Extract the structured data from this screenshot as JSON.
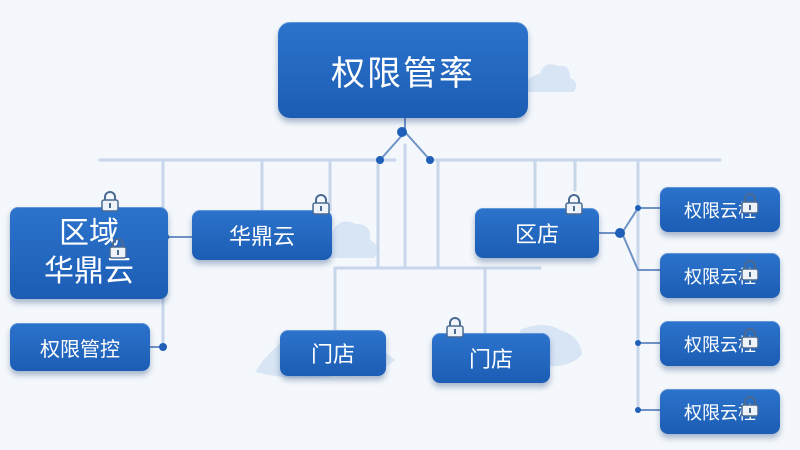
{
  "diagram": {
    "root": {
      "label": "权限管率"
    },
    "region": {
      "line1": "区域",
      "line2": "华鼎云"
    },
    "perm_control": {
      "label": "权限管控"
    },
    "huading": {
      "label": "华鼎云"
    },
    "store_a": {
      "label": "门店"
    },
    "store_b": {
      "label": "门店"
    },
    "district": {
      "label": "区店"
    },
    "leaves": [
      {
        "label": "权限云柱"
      },
      {
        "label": "权限云柱"
      },
      {
        "label": "权限云柱"
      },
      {
        "label": "权限云柱"
      }
    ]
  },
  "colors": {
    "node": "#1f62bb",
    "connector": "#c7d6ea",
    "joint": "#1f5fb8",
    "background": "#f4f7fb"
  },
  "icons": [
    "lock-icon",
    "cloud-icon"
  ]
}
